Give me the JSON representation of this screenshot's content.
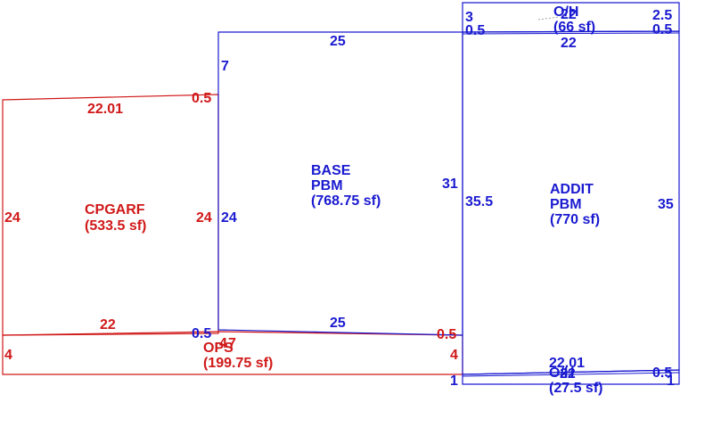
{
  "colors": {
    "red": "#d01818",
    "blue": "#1a1ad0"
  },
  "areas": {
    "cpgarf": {
      "name": "CPGARF",
      "area": "(533.5 sf)"
    },
    "base": {
      "name1": "BASE",
      "name2": "PBM",
      "area": "(768.75 sf)"
    },
    "addit": {
      "name1": "ADDIT",
      "name2": "PBM",
      "area": "(770 sf)"
    },
    "ops": {
      "name": "OPS",
      "area": "(199.75 sf)"
    },
    "oh_top": {
      "name": "O/H",
      "area": "(66 sf)"
    },
    "oh_bottom": {
      "name": "O/H",
      "area": "(27.5 sf)"
    }
  },
  "dims": {
    "cpgarf_top": "22.01",
    "cpgarf_top_right": "0.5",
    "cpgarf_left": "24",
    "cpgarf_right": "24",
    "cpgarf_bottom": "22",
    "cpgarf_bottom_right": "0.5",
    "ops_left": "4",
    "ops_right": "4",
    "ops_overlap_a": "4",
    "ops_overlap_b": "7",
    "base_top": "25",
    "base_left_top": "7",
    "base_left": "24",
    "base_right": "31",
    "base_bottom": "25",
    "base_bottom_right": "0.5",
    "addit_top": "22",
    "addit_left": "35.5",
    "addit_right": "35",
    "addit_top_left": "0.5",
    "addit_top_right": "0.5",
    "addit_bottom_a": "22.01",
    "addit_bottom_b": "22",
    "addit_bottom_right": "0.5",
    "addit_bottom_left": "1",
    "addit_bottom_far_right": "1",
    "oh_top_left": "3",
    "oh_top_top": "22",
    "oh_top_right": "2.5"
  }
}
